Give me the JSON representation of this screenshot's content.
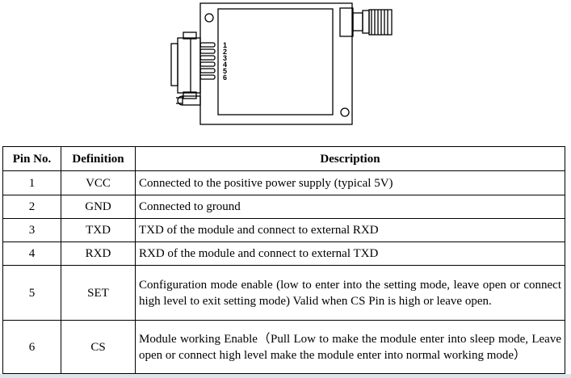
{
  "diagram": {
    "pin_numbers": [
      "1",
      "2",
      "3",
      "4",
      "5",
      "6"
    ]
  },
  "table": {
    "headers": {
      "pin_no": "Pin No.",
      "definition": "Definition",
      "description": "Description"
    },
    "rows": [
      {
        "pin": "1",
        "definition": "VCC",
        "description": "Connected to the positive power supply (typical 5V)"
      },
      {
        "pin": "2",
        "definition": "GND",
        "description": "Connected to ground"
      },
      {
        "pin": "3",
        "definition": "TXD",
        "description": "TXD of the module and connect to external RXD"
      },
      {
        "pin": "4",
        "definition": "RXD",
        "description": "RXD of the module and connect to external TXD"
      },
      {
        "pin": "5",
        "definition": "SET",
        "description": "Configuration mode enable (low to enter into the setting mode, leave open or connect high level to exit setting mode) Valid when CS Pin is high or leave open."
      },
      {
        "pin": "6",
        "definition": "CS",
        "description": "Module working Enable（Pull Low to make the module enter into sleep mode, Leave open or connect high level make the module enter into normal working mode）"
      }
    ]
  }
}
